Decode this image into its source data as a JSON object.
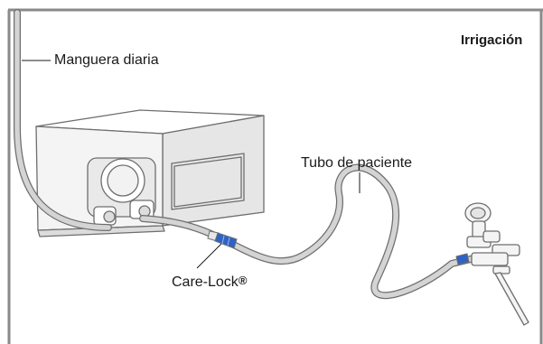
{
  "diagram": {
    "title": "Irrigación",
    "labels": {
      "daily_hose": "Manguera diaria",
      "patient_tube": "Tubo de paciente",
      "care_lock": "Care-Lock",
      "care_lock_mark": "®"
    },
    "colors": {
      "border": "#8a8a8a",
      "outline": "#6e6e6e",
      "device_face": "#f7f7f7",
      "device_side": "#e6e6e6",
      "tube": "#d4d4d4",
      "connector_blue": "#2f62c4",
      "text": "#1a1a1a"
    }
  }
}
